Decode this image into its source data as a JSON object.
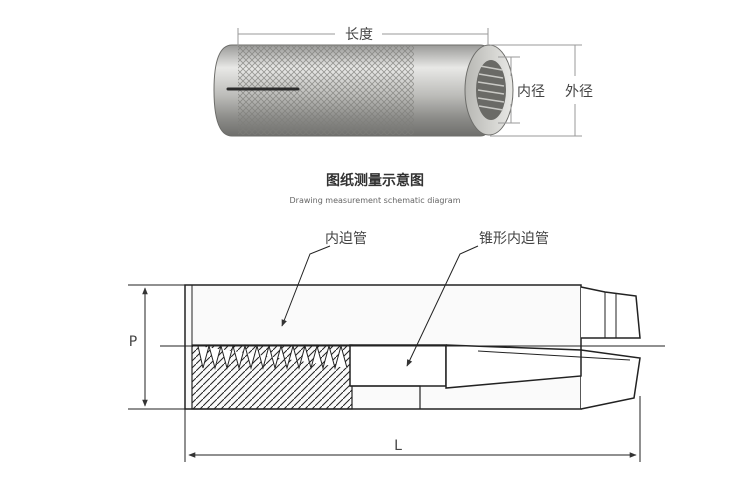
{
  "photo_labels": {
    "length": "长度",
    "inner_diameter": "内径",
    "outer_diameter": "外径"
  },
  "heading": {
    "title_cn": "图纸测量示意图",
    "title_en": "Drawing measurement schematic diagram"
  },
  "drawing_labels": {
    "inner_sleeve": "内迫管",
    "cone_inner_sleeve": "锥形内迫管",
    "p": "P",
    "l": "L"
  }
}
